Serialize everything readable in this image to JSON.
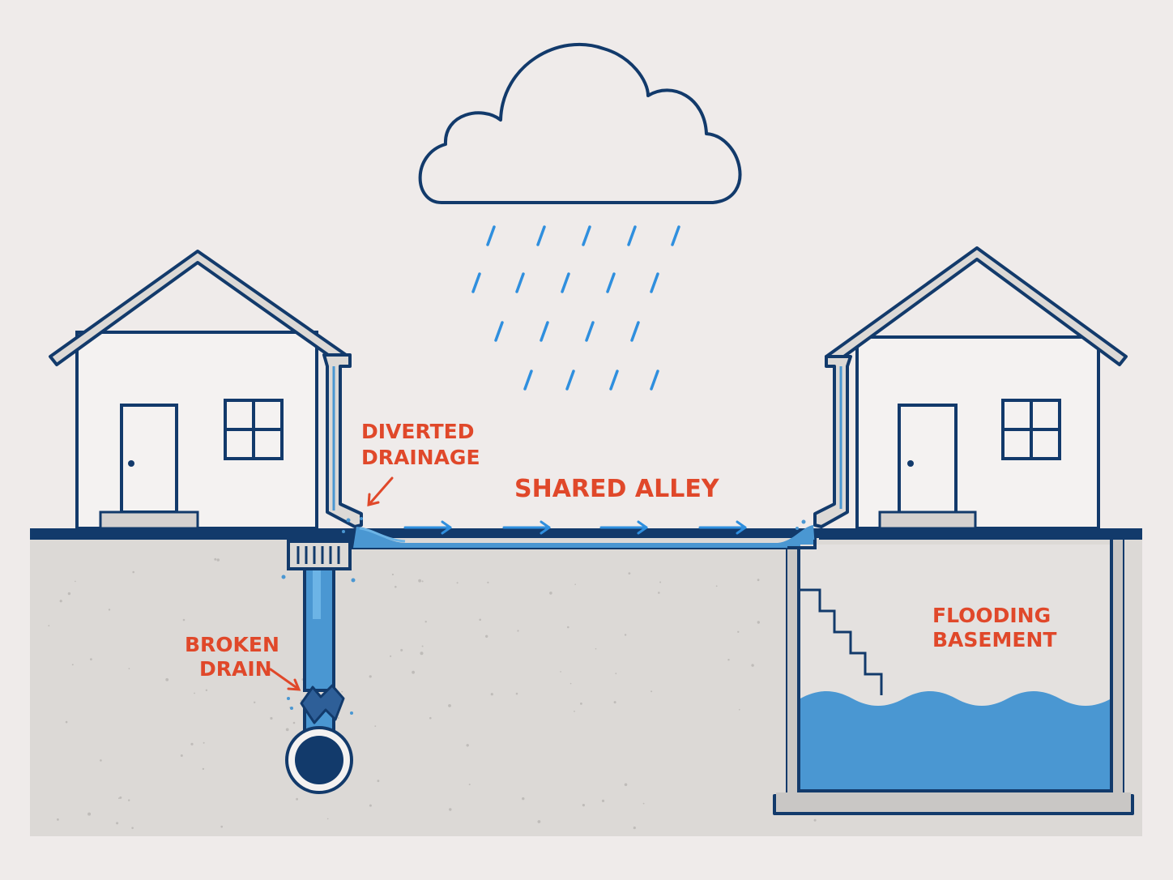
{
  "labels": {
    "diverted_drainage": [
      "DIVERTED",
      "DRAINAGE"
    ],
    "shared_alley": "SHARED ALLEY",
    "broken_drain": [
      "BROKEN",
      "DRAIN"
    ],
    "flooding_basement": [
      "FLOODING",
      "BASEMENT"
    ]
  },
  "icons": {
    "cloud": "rain-cloud-icon",
    "rain": "rain-drops-icon",
    "flow": "flow-arrow-icon"
  },
  "colors": {
    "background": "#efebea",
    "ground": "#dcd9d6",
    "outline": "#123a6b",
    "water": "#4a97d2",
    "water_light": "#6cb4e6",
    "rain": "#2f8fde",
    "label": "#e0482a",
    "concrete": "#c9c7c5"
  }
}
